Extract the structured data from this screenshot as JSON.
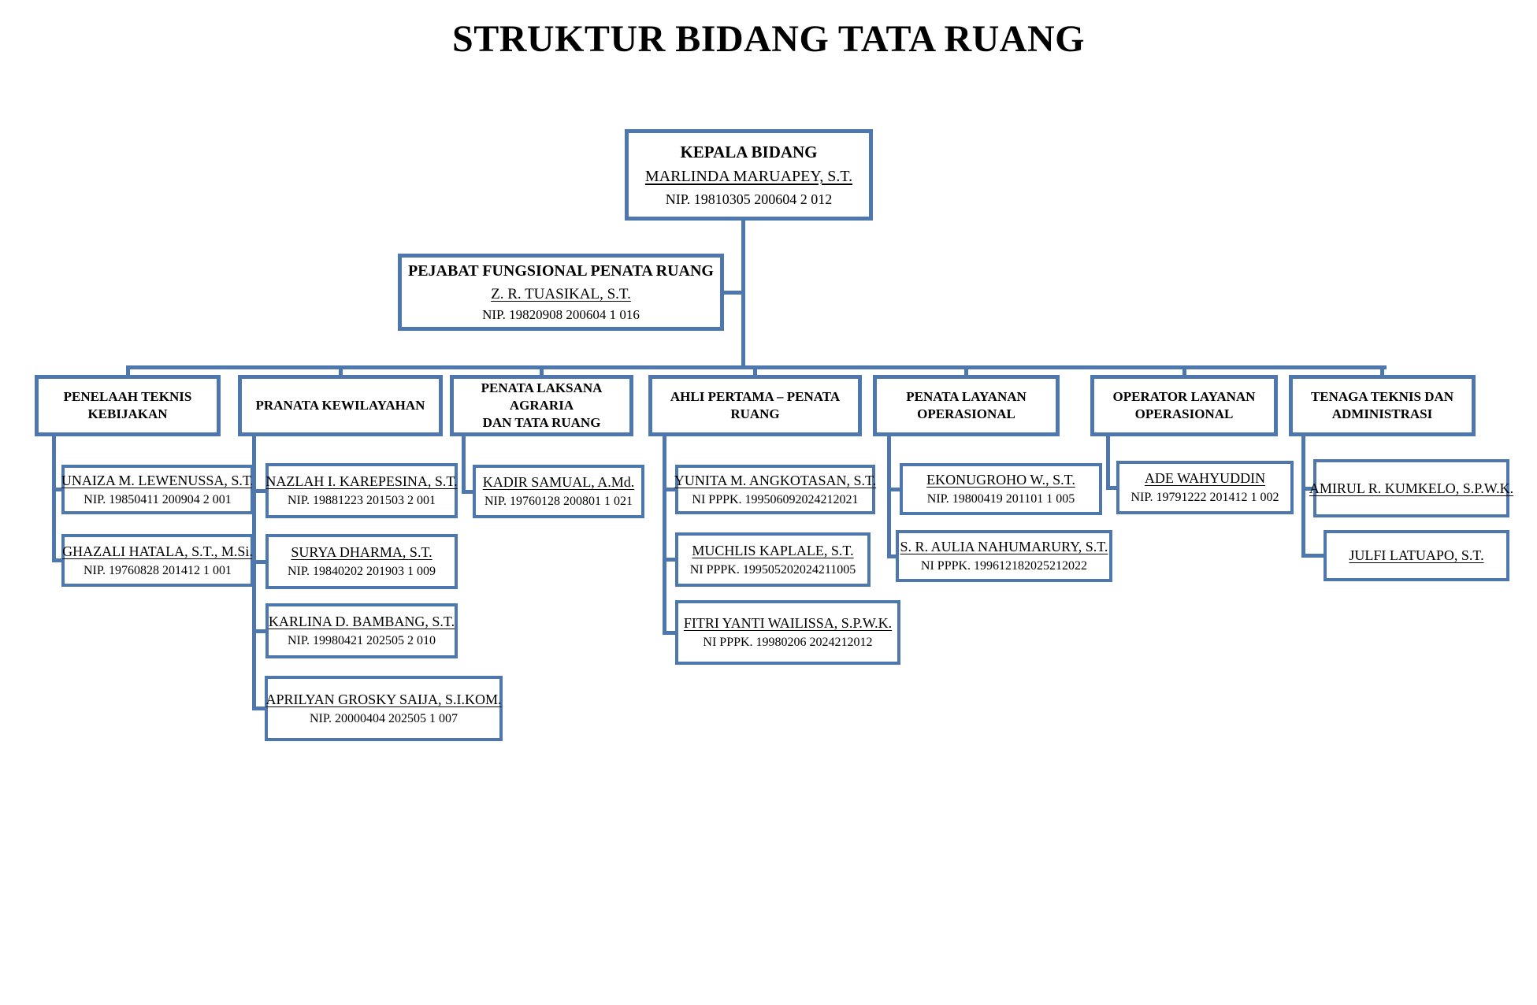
{
  "title": "STRUKTUR BIDANG TATA RUANG",
  "accent_color": "#4d77ad",
  "kepala_bidang": {
    "jabatan": "KEPALA BIDANG",
    "nama": "MARLINDA MARUAPEY, S.T.",
    "nip": "NIP. 19810305 200604 2 012"
  },
  "pejabat_fungsional": {
    "jabatan": "PEJABAT FUNGSIONAL PENATA RUANG",
    "nama": "Z. R. TUASIKAL, S.T.",
    "nip": "NIP. 19820908 200604 1 016"
  },
  "columns": [
    {
      "header": "PENELAAH TEKNIS\nKEBIJAKAN",
      "members": [
        {
          "nama": "UNAIZA M. LEWENUSSA, S.T.",
          "nip": "NIP. 19850411 200904 2 001"
        },
        {
          "nama": "GHAZALI HATALA, S.T., M.Si.",
          "nip": "NIP. 19760828 201412 1 001"
        }
      ]
    },
    {
      "header": "PRANATA KEWILAYAHAN",
      "members": [
        {
          "nama": "NAZLAH I. KAREPESINA, S.T.",
          "nip": "NIP. 19881223 201503 2 001"
        },
        {
          "nama": "SURYA DHARMA, S.T.",
          "nip": "NIP. 19840202 201903 1 009"
        },
        {
          "nama": "KARLINA D. BAMBANG, S.T.",
          "nip": "NIP. 19980421 202505 2 010"
        },
        {
          "nama": "APRILYAN GROSKY SAIJA, S.I.KOM.",
          "nip": "NIP. 20000404 202505 1 007"
        }
      ]
    },
    {
      "header": "PENATA LAKSANA AGRARIA\nDAN TATA RUANG",
      "members": [
        {
          "nama": "KADIR SAMUAL, A.Md.",
          "nip": "NIP. 19760128 200801 1 021"
        }
      ]
    },
    {
      "header": "AHLI PERTAMA – PENATA RUANG",
      "members": [
        {
          "nama": "YUNITA M. ANGKOTASAN, S.T.",
          "nip": "NI PPPK. 199506092024212021"
        },
        {
          "nama": "MUCHLIS KAPLALE, S.T.",
          "nip": "NI PPPK. 199505202024211005"
        },
        {
          "nama": "FITRI YANTI WAILISSA, S.P.W.K.",
          "nip": "NI PPPK. 19980206 2024212012"
        }
      ]
    },
    {
      "header": "PENATA LAYANAN\nOPERASIONAL",
      "members": [
        {
          "nama": "EKONUGROHO W., S.T.",
          "nip": "NIP. 19800419 201101 1 005"
        },
        {
          "nama": "S. R. AULIA NAHUMARURY, S.T.",
          "nip": "NI PPPK. 199612182025212022"
        }
      ]
    },
    {
      "header": "OPERATOR LAYANAN\nOPERASIONAL",
      "members": [
        {
          "nama": "ADE WAHYUDDIN",
          "nip": "NIP. 19791222 201412 1 002"
        }
      ]
    },
    {
      "header": "TENAGA TEKNIS DAN\nADMINISTRASI",
      "members": [
        {
          "nama": "AMIRUL R. KUMKELO, S.P.W.K.",
          "nip": null
        },
        {
          "nama": "JULFI LATUAPO, S.T.",
          "nip": null
        }
      ]
    }
  ]
}
